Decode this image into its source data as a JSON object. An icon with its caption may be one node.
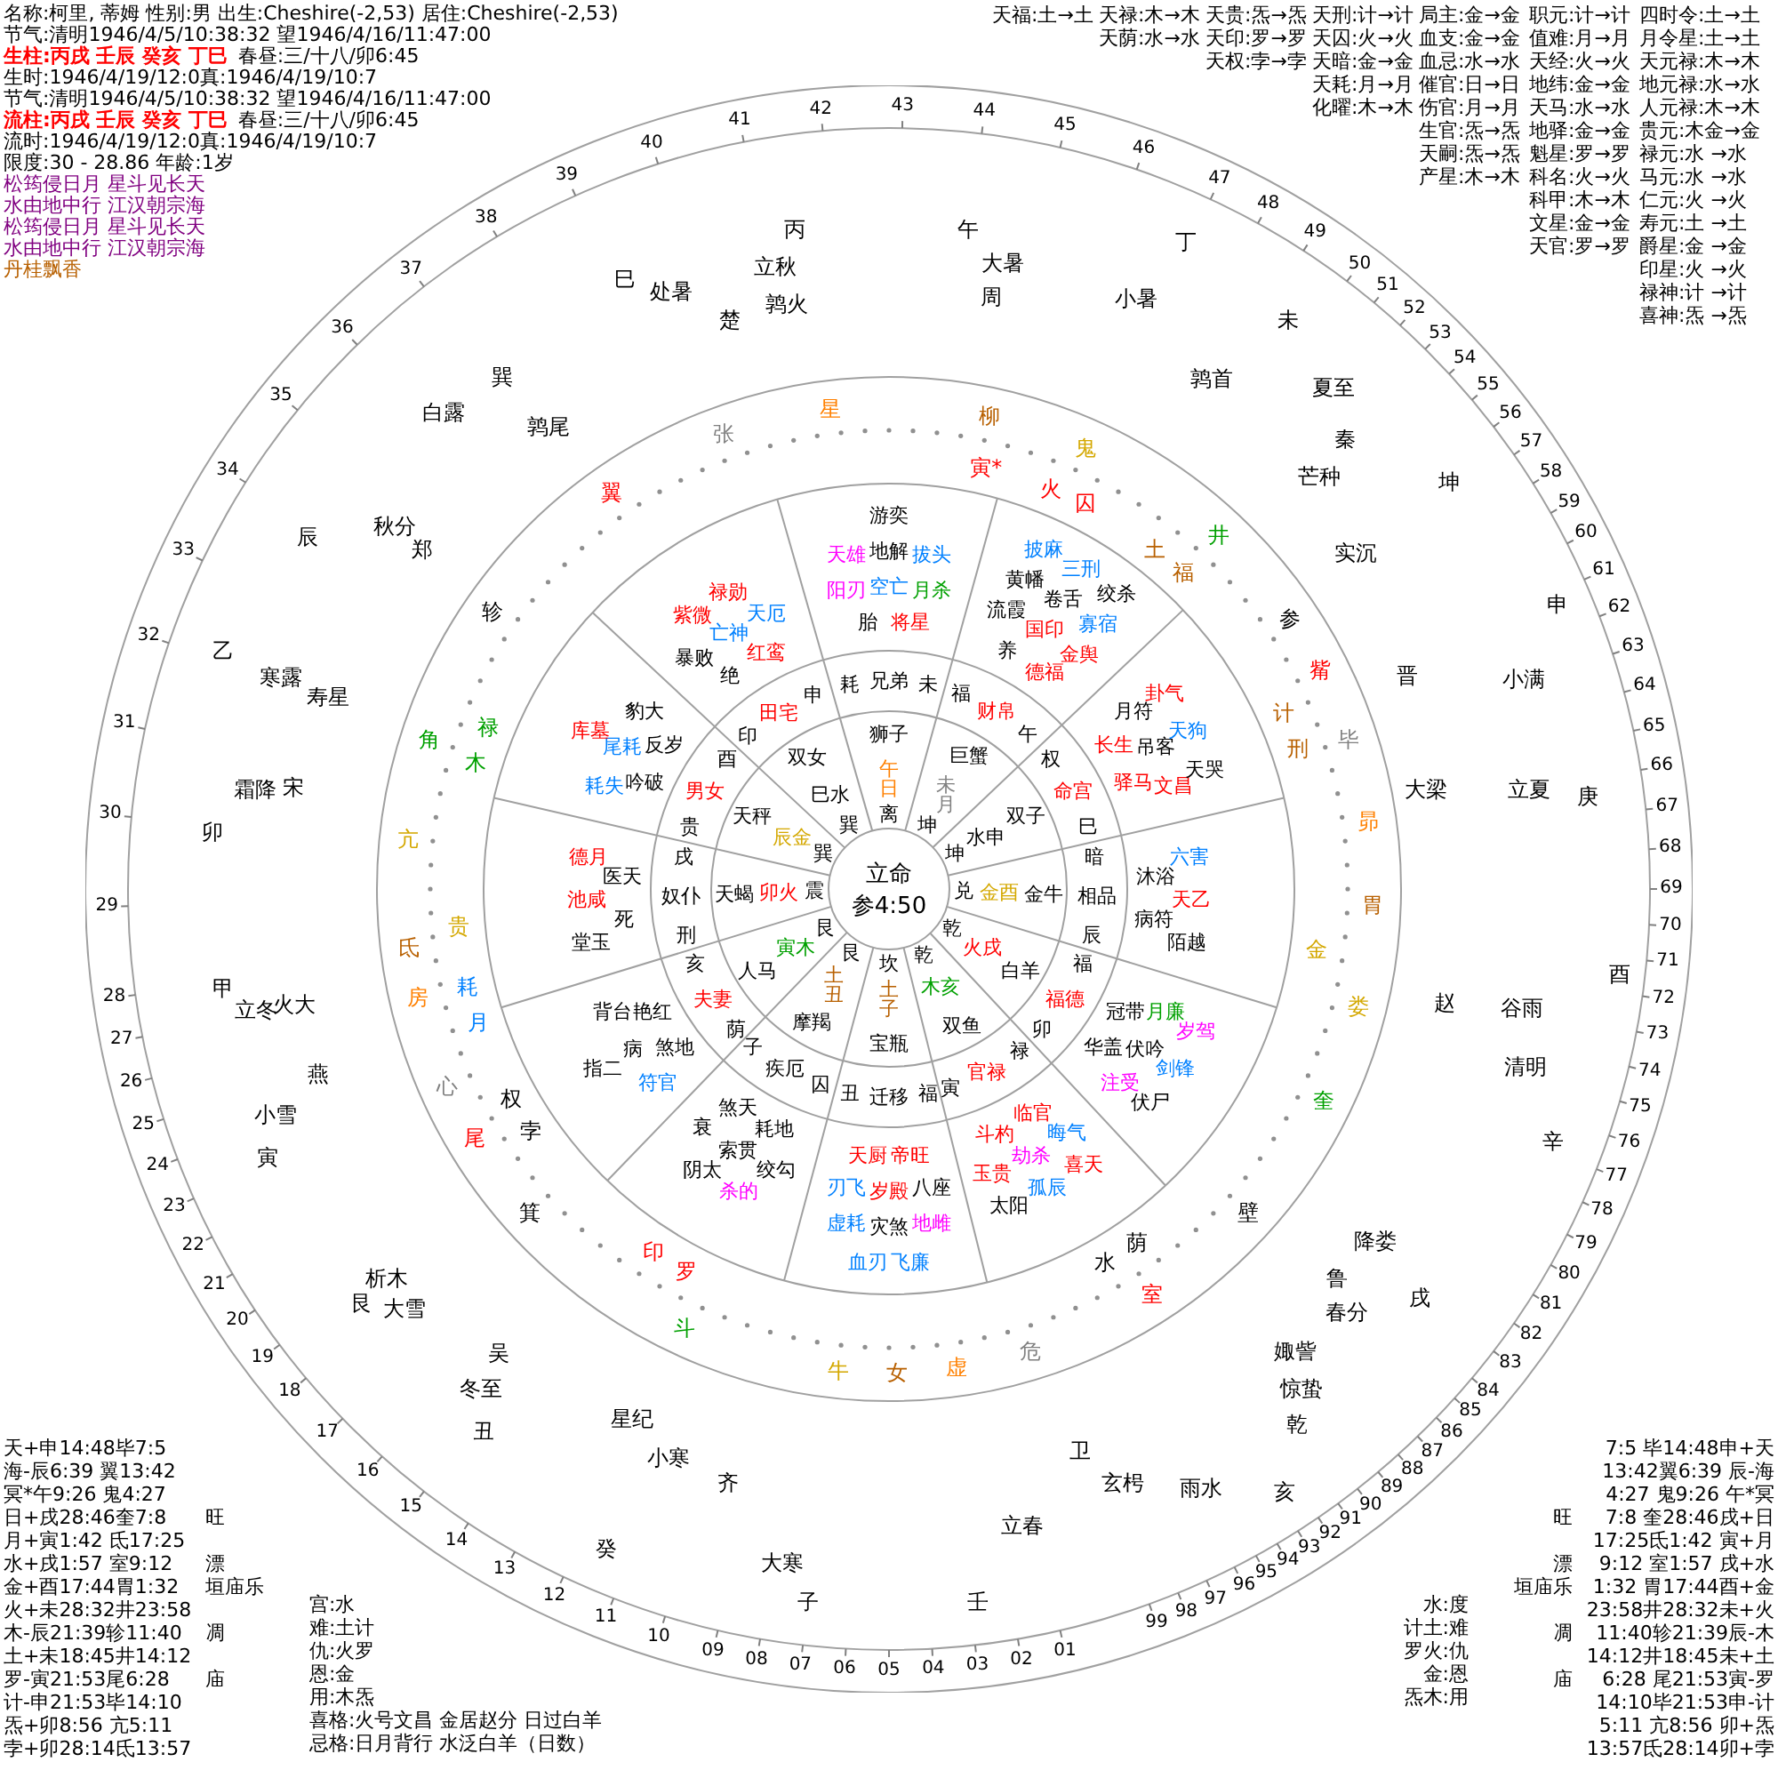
{
  "diagram": {
    "labels": [
      "名称:柯里, 蒂姆 性别:男 出生:Cheshire(-2,53) 居住:Cheshire(-2,53)",
      "节气:清明1946/4/5/10:38:32 望1946/4/16/11:47:00",
      "生柱:丙戌 壬辰 癸亥 丁巳",
      "春昼:三/十八/卯6:45",
      "生时:1946/4/19/12:0真:1946/4/19/10:7",
      "节气:清明1946/4/5/10:38:32 望1946/4/16/11:47:00",
      "流柱:丙戌 壬辰 癸亥 丁巳",
      "春昼:三/十八/卯6:45",
      "流时:1946/4/19/12:0真:1946/4/19/10:7",
      "限度:30 - 28.86 年龄:1岁",
      "松筠侵日月 星斗见长天",
      "水由地中行 江汉朝宗海",
      "松筠侵日月 星斗见长天",
      "水由地中行 江汉朝宗海",
      "丹桂飘香",
      "天福:土→土",
      "天禄:木→木",
      "天贵:炁→炁",
      "天刑:计→计",
      "局主:金→金",
      "职元:计→计",
      "四时令:土→土",
      "天荫:水→水",
      "天印:罗→罗",
      "天囚:火→火",
      "血支:金→金",
      "值难:月→月",
      "月令星:土→土",
      "天权:孛→孛",
      "天暗:金→金",
      "血忌:水→水",
      "天经:火→火",
      "天元禄:木→木",
      "天耗:月→月",
      "催官:日→日",
      "地纬:金→金",
      "地元禄:水→水",
      "化曜:木→木",
      "伤官:月→月",
      "天马:水→水",
      "人元禄:木→木",
      "生官:炁→炁",
      "地驿:金→金",
      "贵元:木金→金",
      "天嗣:炁→炁",
      "魁星:罗→罗",
      "禄元:水 →水",
      "产星:木→木",
      "科名:火→火",
      "马元:水 →水",
      "科甲:木→木",
      "仁元:火 →火",
      "文星:金→金",
      "寿元:土 →土",
      "天官:罗→罗",
      "爵星:金 →金",
      "印星:火 →火",
      "禄神:计 →计",
      "喜神:炁 →炁",
      "天+申14:48毕7:5",
      "海-辰6:39 翼13:42",
      "冥*午9:26 鬼4:27",
      "日+戌28:46奎7:8",
      "旺",
      "月+寅1:42 氐17:25",
      "水+戌1:57 室9:12",
      "漂",
      "金+酉17:44胃1:32",
      "垣庙乐",
      "火+未28:32井23:58",
      "木-辰21:39轸11:40",
      "凋",
      "土+未18:45井14:12",
      "罗-寅21:53尾6:28",
      "庙",
      "计-申21:53毕14:10",
      "炁+卯8:56 亢5:11",
      "孛+卯28:14氐13:57",
      "宫:水",
      "难:土计",
      "仇:火罗",
      "恩:金",
      "用:木炁",
      "喜格:火号文昌 金居赵分 日过白羊",
      "忌格:日月背行 水泛白羊（日数）",
      "7:5 毕14:48申+天",
      "13:42翼6:39 辰-海",
      "4:27 鬼9:26 午*冥",
      "旺",
      "7:8 奎28:46戌+日",
      "17:25氐1:42 寅+月",
      "漂",
      "9:12 室1:57 戌+水",
      "垣庙乐",
      "1:32 胃17:44酉+金",
      "23:58井28:32未+火",
      "凋",
      "11:40轸21:39辰-木",
      "14:12井18:45未+土",
      "庙",
      "6:28 尾21:53寅-罗",
      "14:10毕21:53申-计",
      "5:11 亢8:56 卯+炁",
      "13:57氐28:14卯+孛",
      "水:度",
      "计土:难",
      "罗火:仇",
      "金:恩",
      "炁木:用",
      "立命",
      "参4:50",
      "离",
      "午日",
      "狮子",
      "坤",
      "未月",
      "巨蟹",
      "坤",
      "水申",
      "双子",
      "兑",
      "金酉",
      "金牛",
      "乾",
      "火戌",
      "白羊",
      "乾",
      "木亥",
      "双鱼",
      "坎",
      "土子",
      "宝瓶",
      "艮",
      "土丑",
      "摩羯",
      "艮",
      "寅木",
      "人马",
      "震",
      "卯火",
      "天蝎",
      "巽",
      "辰金",
      "天秤",
      "巽",
      "巳水",
      "双女",
      "耗",
      "兄弟",
      "未",
      "福",
      "财帛",
      "午",
      "权",
      "命宫",
      "巳",
      "暗",
      "相品",
      "辰",
      "福",
      "福德",
      "卯",
      "禄",
      "官禄",
      "寅",
      "福",
      "迁移",
      "丑",
      "囚",
      "疾厄",
      "子",
      "荫",
      "夫妻",
      "亥",
      "刑",
      "奴仆",
      "戌",
      "贵",
      "男女",
      "酉",
      "印",
      "田宅",
      "申",
      "胎",
      "将星",
      "阳刃",
      "空亡",
      "月杀",
      "天雄",
      "地解",
      "拔头",
      "游奕",
      "养",
      "德福",
      "流霞",
      "国印",
      "金舆",
      "黄幡",
      "卷舌",
      "寡宿",
      "披麻",
      "三刑",
      "绞杀",
      "长生",
      "驿马",
      "月符",
      "吊客",
      "文昌",
      "卦气",
      "天狗",
      "天哭",
      "沐浴",
      "病符",
      "六害",
      "天乙",
      "陌越",
      "冠带",
      "华盖",
      "月廉",
      "伏吟",
      "注受",
      "岁驾",
      "剑锋",
      "伏尸",
      "临官",
      "斗杓",
      "晦气",
      "劫杀",
      "玉贵",
      "喜天",
      "孤辰",
      "太阳",
      "帝旺",
      "天厨",
      "八座",
      "岁殿",
      "刃飞",
      "地雌",
      "灾煞",
      "虚耗",
      "飞廉",
      "血刃",
      "耗地",
      "煞天",
      "绞勾",
      "索贯",
      "衰",
      "杀的",
      "阴太",
      "煞地",
      "艳红",
      "符官",
      "病",
      "背台",
      "指二",
      "死",
      "医天",
      "堂玉",
      "池咸",
      "德月",
      "吟破",
      "反岁",
      "耗失",
      "尾耗",
      "豹大",
      "库墓",
      "绝",
      "红鸾",
      "暴败",
      "亡神",
      "天厄",
      "紫微",
      "禄勋",
      "角",
      "亢",
      "氐",
      "房",
      "心",
      "尾",
      "箕",
      "斗",
      "牛",
      "女",
      "虚",
      "危",
      "室",
      "壁",
      "奎",
      "娄",
      "胃",
      "昴",
      "毕",
      "觜",
      "参",
      "井",
      "鬼",
      "柳",
      "星",
      "张",
      "翼",
      "轸",
      "寅*",
      "火",
      "囚",
      "土",
      "福",
      "计",
      "刑",
      "木",
      "禄",
      "贵",
      "孛",
      "权",
      "月",
      "耗",
      "罗",
      "印",
      "荫",
      "水",
      "金",
      "丙",
      "午",
      "大暑",
      "小暑",
      "丁",
      "未",
      "夏至",
      "芒种",
      "坤",
      "申",
      "小满",
      "立夏",
      "庚",
      "酉",
      "谷雨",
      "清明",
      "辛",
      "戌",
      "春分",
      "惊蛰",
      "乾",
      "亥",
      "雨水",
      "立春",
      "壬",
      "子",
      "大寒",
      "小寒",
      "癸",
      "丑",
      "冬至",
      "大雪",
      "艮",
      "寅",
      "小雪",
      "立冬",
      "甲",
      "卯",
      "霜降",
      "寒露",
      "乙",
      "辰",
      "秋分",
      "白露",
      "巽",
      "巳",
      "处暑",
      "立秋",
      "鹑火",
      "周",
      "楚",
      "鹑尾",
      "郑",
      "寿星",
      "宋",
      "火大",
      "燕",
      "析木",
      "吴",
      "星纪",
      "齐",
      "玄枵",
      "卫",
      "娵訾",
      "鲁",
      "降娄",
      "赵",
      "大梁",
      "晋",
      "实沉",
      "秦",
      "鹑首",
      "01",
      "02",
      "03",
      "04",
      "05",
      "06",
      "07",
      "08",
      "09",
      "10",
      "11",
      "12",
      "13",
      "14",
      "15",
      "16",
      "17",
      "18",
      "19",
      "20",
      "21",
      "22",
      "23",
      "24",
      "25",
      "26",
      "27",
      "28",
      "29",
      "30",
      "31",
      "32",
      "33",
      "34",
      "35",
      "36",
      "37",
      "38",
      "39",
      "40",
      "41",
      "42",
      "43",
      "44",
      "45",
      "46",
      "47",
      "48",
      "49",
      "50",
      "51",
      "52",
      "53",
      "54",
      "55",
      "56",
      "57",
      "58",
      "59",
      "60",
      "61",
      "62",
      "63",
      "64",
      "65",
      "66",
      "67",
      "68",
      "69",
      "70",
      "71",
      "72",
      "73",
      "74",
      "75",
      "76",
      "77",
      "78",
      "79",
      "80",
      "81",
      "82",
      "83",
      "84",
      "85",
      "86",
      "87",
      "88",
      "89",
      "90",
      "91",
      "92",
      "93",
      "94",
      "95",
      "96",
      "97",
      "98",
      "99"
    ]
  }
}
